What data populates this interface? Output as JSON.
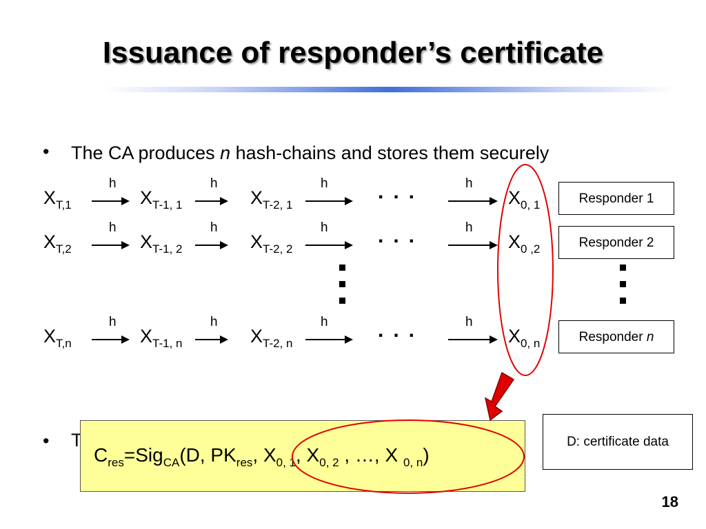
{
  "title": "Issuance of responder’s certificate",
  "bullets": [
    {
      "prefix": "The CA produces ",
      "em": "n",
      "suffix": " hash-chains and stores them securely"
    },
    {
      "text": "T"
    }
  ],
  "bullet_char": "•",
  "hash_label": "h",
  "ellipsis": "...",
  "rows": [
    {
      "nodes": [
        {
          "base": "X",
          "sub": "T,1"
        },
        {
          "base": "X",
          "sub": "T-1, 1"
        },
        {
          "base": "X",
          "sub": "T-2, 1"
        },
        {
          "base": "X",
          "sub": "0, 1"
        }
      ],
      "responder": "Responder 1"
    },
    {
      "nodes": [
        {
          "base": "X",
          "sub": "T,2"
        },
        {
          "base": "X",
          "sub": "T-1, 2"
        },
        {
          "base": "X",
          "sub": "T-2, 2"
        },
        {
          "base": "X",
          "sub": "0 ,2"
        }
      ],
      "responder": "Responder 2"
    },
    {
      "nodes": [
        {
          "base": "X",
          "sub": "T,n"
        },
        {
          "base": "X",
          "sub": "T-1, n"
        },
        {
          "base": "X",
          "sub": "T-2, n"
        },
        {
          "base": "X",
          "sub": "0, n"
        }
      ],
      "responder_prefix": "Responder ",
      "responder_em": "n"
    }
  ],
  "cert_data_note": "D: certificate data",
  "formula": {
    "c": "C",
    "c_sub": "res",
    "eq_sig": "=Sig",
    "sig_sub": "CA",
    "args_open": "(D, PK",
    "pk_sub": "res",
    "sep1": ", X",
    "x1_sub": "0, 1",
    "sep2": ", X",
    "x2_sub": "0, 2",
    "sep3": " , …, X ",
    "xn_sub": "0, n",
    "close": ")"
  },
  "page_number": "18",
  "colors": {
    "highlight_ellipse": "#e00000",
    "pointer_arrow": "#e00000",
    "formula_background": "#ffff99",
    "title_rule_accent": "#3f6fd8"
  }
}
